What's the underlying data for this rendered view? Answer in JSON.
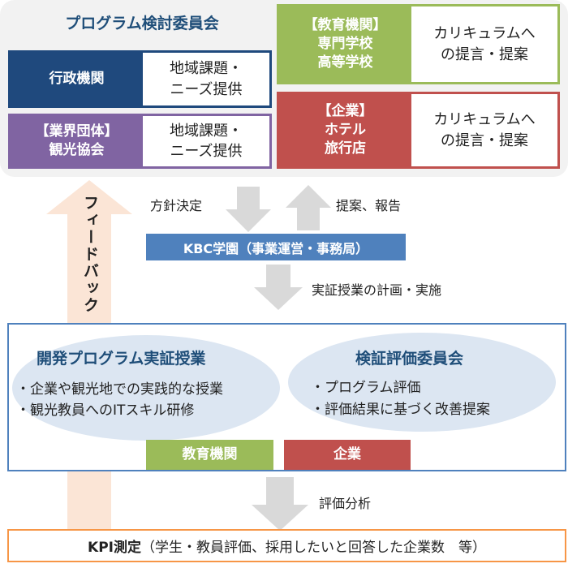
{
  "committee": {
    "title": "プログラム検討委員会",
    "members": [
      {
        "label": "行政機関",
        "role": "地域課題・\nニーズ提供",
        "color": "#1f497d"
      },
      {
        "label": "【業界団体】\n観光協会",
        "role": "地域課題・\nニーズ提供",
        "color": "#8064a2"
      },
      {
        "label": "【教育機関】\n専門学校\n高等学校",
        "role": "カリキュラムへ\nの提言・提案",
        "color": "#9bbb59"
      },
      {
        "label": "【企業】\nホテル\n旅行店",
        "role": "カリキュラムへ\nの提言・提案",
        "color": "#c0504d"
      }
    ]
  },
  "flow": {
    "feedback": "フィードバック",
    "policy": "方針決定",
    "report": "提案、報告",
    "plan": "実証授業の計画・実施",
    "analysis": "評価分析"
  },
  "kbc": {
    "label": "KBC学園（事業運営・事務局）",
    "color": "#4f81bd"
  },
  "demo": {
    "title": "開発プログラム実証授業",
    "items": [
      "・企業や観光地での実践的な授業",
      "・観光教員へのITスキル研修"
    ]
  },
  "review": {
    "title": "検証評価委員会",
    "items": [
      "・プログラム評価",
      "・評価結果に基づく改善提案"
    ]
  },
  "participants": [
    {
      "label": "教育機関",
      "color": "#9bbb59"
    },
    {
      "label": "企業",
      "color": "#c0504d"
    }
  ],
  "kpi": {
    "bold": "KPI測定",
    "rest": "（学生・教員評価、採用したいと回答した企業数　等）"
  }
}
